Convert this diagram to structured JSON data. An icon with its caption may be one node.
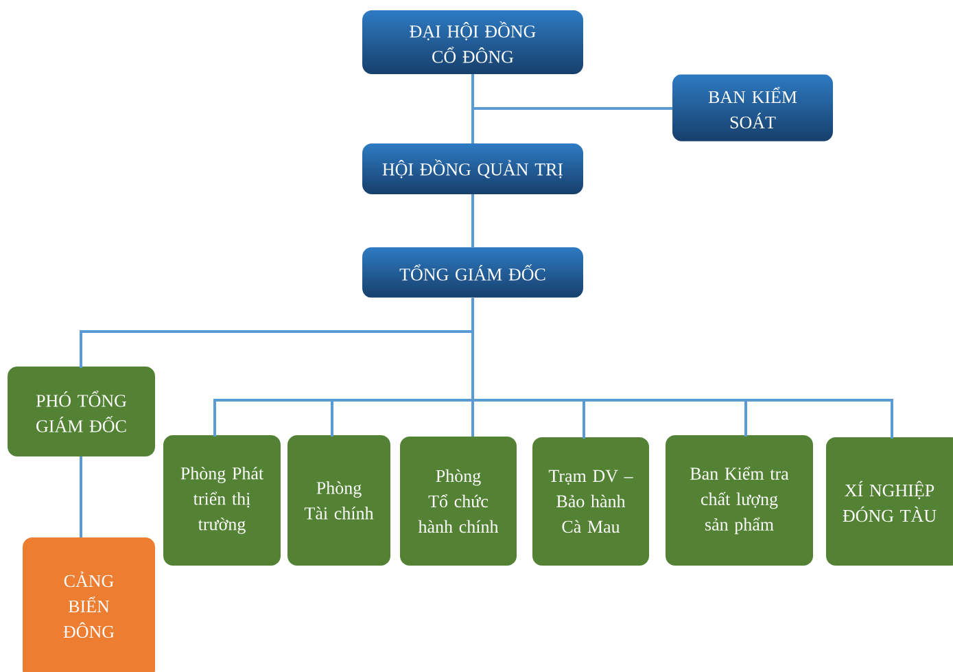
{
  "diagram": {
    "nodes": [
      {
        "text": [
          "ĐẠI HỘI ĐỒNG CỔ ĐÔNG"
        ]
      },
      {
        "text": [
          "BAN KIỂM SOÁT"
        ]
      },
      {
        "text": [
          "HỘI ĐỒNG QUẢN TRỊ"
        ]
      },
      {
        "text": [
          "TỔNG GIÁM ĐỐC"
        ]
      },
      {
        "text": [
          "PHÓ TỔNG GIÁM ĐỐC"
        ]
      },
      {
        "text": [
          "CẢNG BIỂN ĐÔNG"
        ]
      },
      {
        "text": [
          "Phòng Phát triển thị trường"
        ]
      },
      {
        "text": [
          "Phòng Tài chính"
        ]
      },
      {
        "text": [
          "Phòng Tổ chức hành chính"
        ]
      },
      {
        "text": [
          "Trạm DV – Bảo hành Cà Mau"
        ]
      },
      {
        "text": [
          "Ban Kiểm tra chất lượng sản phẩm"
        ]
      },
      {
        "text": [
          "XÍ NGHIỆP ĐÓNG TÀU"
        ]
      }
    ],
    "edges": [
      {
        "from": 0,
        "to": 2,
        "arrow": "none"
      },
      {
        "from": 0,
        "to": 1,
        "arrow": "none"
      },
      {
        "from": 2,
        "to": 3,
        "arrow": "none"
      },
      {
        "from": 3,
        "to": 4,
        "arrow": "none"
      },
      {
        "from": 4,
        "to": 5,
        "arrow": "none"
      },
      {
        "from": 3,
        "to": 6,
        "arrow": "none"
      },
      {
        "from": 3,
        "to": 7,
        "arrow": "none"
      },
      {
        "from": 3,
        "to": 8,
        "arrow": "none"
      },
      {
        "from": 3,
        "to": 9,
        "arrow": "none"
      },
      {
        "from": 3,
        "to": 10,
        "arrow": "none"
      },
      {
        "from": 3,
        "to": 11,
        "arrow": "none"
      }
    ]
  }
}
